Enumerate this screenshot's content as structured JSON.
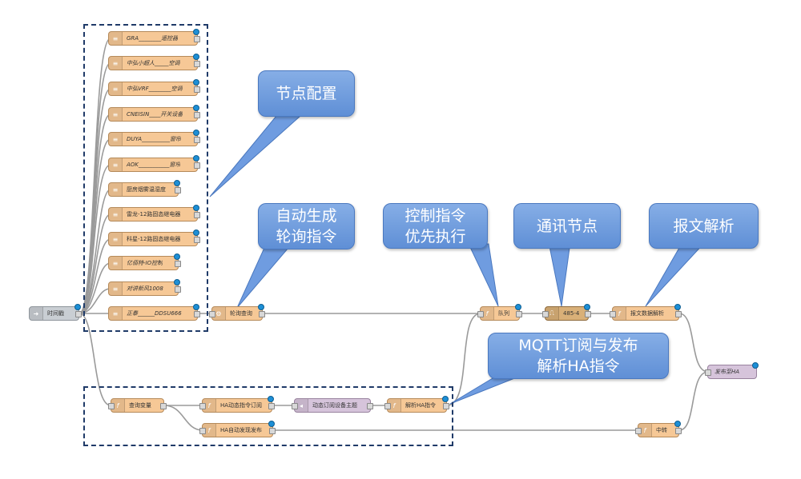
{
  "callouts": {
    "node_config": "节点配置",
    "auto_poll": "自动生成\n轮询指令",
    "priority": "控制指令\n优先执行",
    "comm_node": "通讯节点",
    "parse": "报文解析",
    "mqtt": "MQTT订阅与发布\n解析HA指令"
  },
  "nodes": {
    "timestamp": "时间戳",
    "config": [
      "GRA________遥控器",
      "中弘小超人_____空调",
      "中弘VRF________空调",
      "CNEISIN____开关设备",
      "DUYA__________窗帘",
      "AOK___________窗帘",
      "厨房烟雾温湿度",
      "雷龙-12路固态继电器",
      "科星-12路固态继电器",
      "亿佰特-IO控制",
      "对讲新风1008",
      "正泰______DDSU666"
    ],
    "poll_query": "轮询查询",
    "queue": "队列",
    "serial": "485-4",
    "parse_msg": "报文数据解析",
    "publish_ha": "发布至HA",
    "query_var": "查询变量",
    "ha_cmd_sub": "HA动态指令订阅",
    "dyn_sub_topic": "动态订阅设备主题",
    "parse_ha_cmd": "解析HA指令",
    "ha_discovery": "HA自动发现发布",
    "relay": "中转"
  },
  "colors": {
    "function_node": "#f6c896",
    "inject_node": "#c9ced3",
    "mqtt_node": "#d6c4db",
    "serial_node": "#d9b078",
    "callout": "#6f9ce0",
    "dashed_box": "#1f3a68",
    "status_dot": "#1d8fd6"
  }
}
